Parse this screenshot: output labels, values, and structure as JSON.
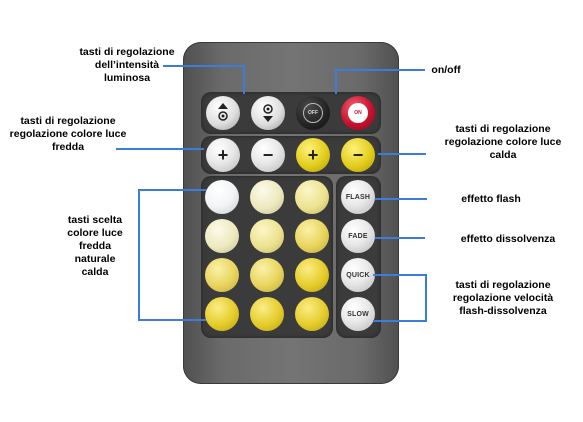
{
  "annotations": {
    "brightness": "tasti di regolazione\ndell’intensità\nluminosa",
    "onoff": "on/off",
    "cold": "tasti di regolazione\nregolazione colore luce\nfredda",
    "warm": "tasti di regolazione\nregolazione colore luce\ncalda",
    "flash": "effetto flash",
    "fade": "effetto dissolvenza",
    "speed": "tasti di regolazione\nregolazione velocità\nflash-dissolvenza",
    "color_select": "tasti scelta\ncolore luce\nfredda\nnaturale\ncalda"
  },
  "buttons": {
    "off": "OFF",
    "on": "ON",
    "plus": "+",
    "minus": "−",
    "flash": "FLASH",
    "fade": "FADE",
    "quick": "QUICK",
    "slow": "SLOW"
  },
  "colors": {
    "annotation_line": "#3d7dd8",
    "remote_body": "#6a6a6a",
    "on_button": "#c8102e",
    "warm_buttons": "#e2cd1c"
  },
  "icons": [
    "brightness-up-icon",
    "brightness-down-icon",
    "power-off-icon",
    "power-on-icon"
  ]
}
